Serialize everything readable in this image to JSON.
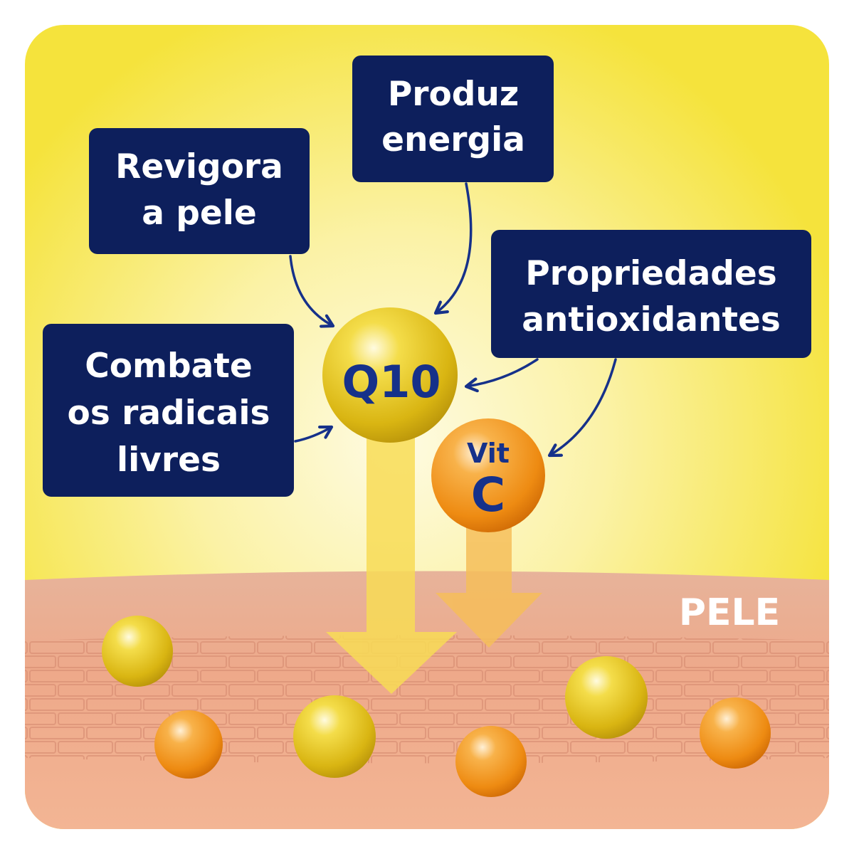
{
  "colors": {
    "background_top": "#f6e543",
    "background_glow": "#fdf9d8",
    "label_box": "#0d1f5c",
    "label_text": "#ffffff",
    "arrow": "#16318a",
    "q10_sphere": "#e6c41c",
    "vitc_sphere": "#f19a1f",
    "skin": "#eba98d"
  },
  "labels": {
    "revigora": {
      "line1": "Revigora",
      "line2": "a pele"
    },
    "produz": {
      "line1": "Produz",
      "line2": "energia"
    },
    "propriedades": {
      "line1": "Propriedades",
      "line2": "antioxidantes"
    },
    "combate": {
      "line1": "Combate",
      "line2": "os radicais",
      "line3": "livres"
    }
  },
  "molecules": {
    "q10": "Q10",
    "vitc_line1": "Vit",
    "vitc_line2": "C"
  },
  "skin_label": "PELE"
}
